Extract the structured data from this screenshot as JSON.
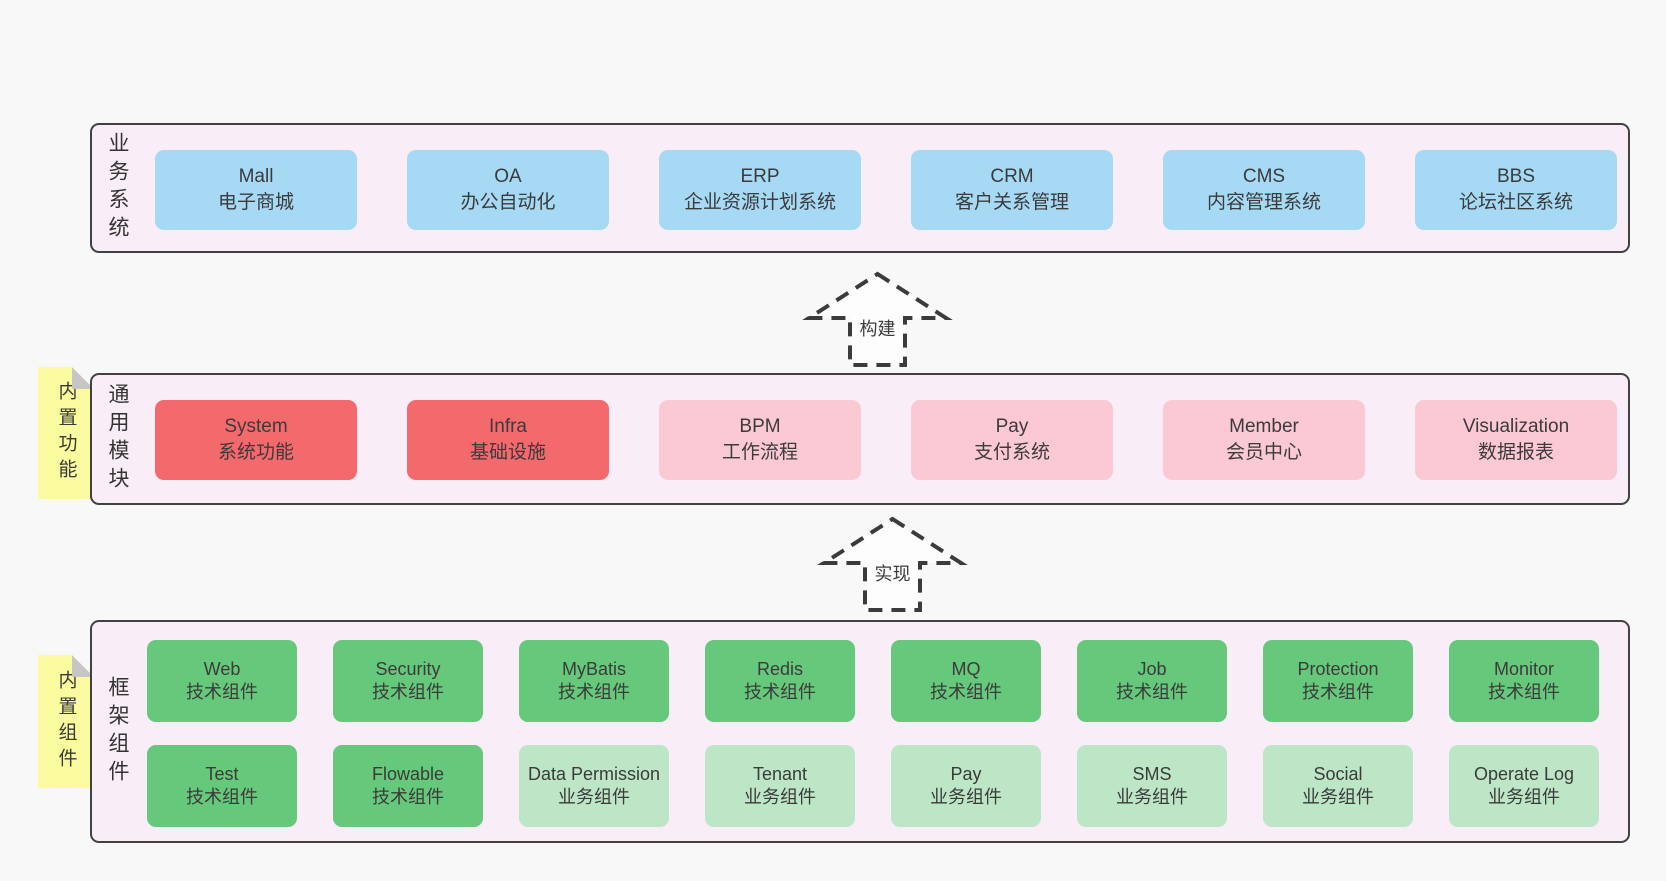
{
  "colors": {
    "page_bg": "#f8f8f8",
    "panel_bg": "#f9edf7",
    "panel_border": "#414141",
    "blue": "#a6d9f4",
    "red": "#f4696c",
    "pink": "#fbc9d4",
    "green": "#66c87a",
    "green_light": "#bce6c6",
    "yellow_tag": "#fafa9e",
    "fold": "#c6c6c6",
    "text": "#3d3d3d"
  },
  "arrows": [
    {
      "label": "构建"
    },
    {
      "label": "实现"
    }
  ],
  "panels": {
    "business": {
      "side_label": "业务系统",
      "boxes": [
        {
          "title": "Mall",
          "subtitle": "电子商城",
          "variant": "blue"
        },
        {
          "title": "OA",
          "subtitle": "办公自动化",
          "variant": "blue"
        },
        {
          "title": "ERP",
          "subtitle": "企业资源计划系统",
          "variant": "blue"
        },
        {
          "title": "CRM",
          "subtitle": "客户关系管理",
          "variant": "blue"
        },
        {
          "title": "CMS",
          "subtitle": "内容管理系统",
          "variant": "blue"
        },
        {
          "title": "BBS",
          "subtitle": "论坛社区系统",
          "variant": "blue"
        }
      ]
    },
    "modules": {
      "side_label": "通用模块",
      "tag": "内置功能",
      "boxes": [
        {
          "title": "System",
          "subtitle": "系统功能",
          "variant": "red"
        },
        {
          "title": "Infra",
          "subtitle": "基础设施",
          "variant": "red"
        },
        {
          "title": "BPM",
          "subtitle": "工作流程",
          "variant": "pink"
        },
        {
          "title": "Pay",
          "subtitle": "支付系统",
          "variant": "pink"
        },
        {
          "title": "Member",
          "subtitle": "会员中心",
          "variant": "pink"
        },
        {
          "title": "Visualization",
          "subtitle": "数据报表",
          "variant": "pink"
        }
      ]
    },
    "framework": {
      "side_label": "框架组件",
      "tag": "内置组件",
      "row1": [
        {
          "title": "Web",
          "subtitle": "技术组件",
          "variant": "green"
        },
        {
          "title": "Security",
          "subtitle": "技术组件",
          "variant": "green"
        },
        {
          "title": "MyBatis",
          "subtitle": "技术组件",
          "variant": "green"
        },
        {
          "title": "Redis",
          "subtitle": "技术组件",
          "variant": "green"
        },
        {
          "title": "MQ",
          "subtitle": "技术组件",
          "variant": "green"
        },
        {
          "title": "Job",
          "subtitle": "技术组件",
          "variant": "green"
        },
        {
          "title": "Protection",
          "subtitle": "技术组件",
          "variant": "green"
        },
        {
          "title": "Monitor",
          "subtitle": "技术组件",
          "variant": "green"
        }
      ],
      "row2": [
        {
          "title": "Test",
          "subtitle": "技术组件",
          "variant": "green"
        },
        {
          "title": "Flowable",
          "subtitle": "技术组件",
          "variant": "green"
        },
        {
          "title": "Data Permission",
          "subtitle": "业务组件",
          "variant": "green-light"
        },
        {
          "title": "Tenant",
          "subtitle": "业务组件",
          "variant": "green-light"
        },
        {
          "title": "Pay",
          "subtitle": "业务组件",
          "variant": "green-light"
        },
        {
          "title": "SMS",
          "subtitle": "业务组件",
          "variant": "green-light"
        },
        {
          "title": "Social",
          "subtitle": "业务组件",
          "variant": "green-light"
        },
        {
          "title": "Operate Log",
          "subtitle": "业务组件",
          "variant": "green-light"
        }
      ]
    }
  }
}
